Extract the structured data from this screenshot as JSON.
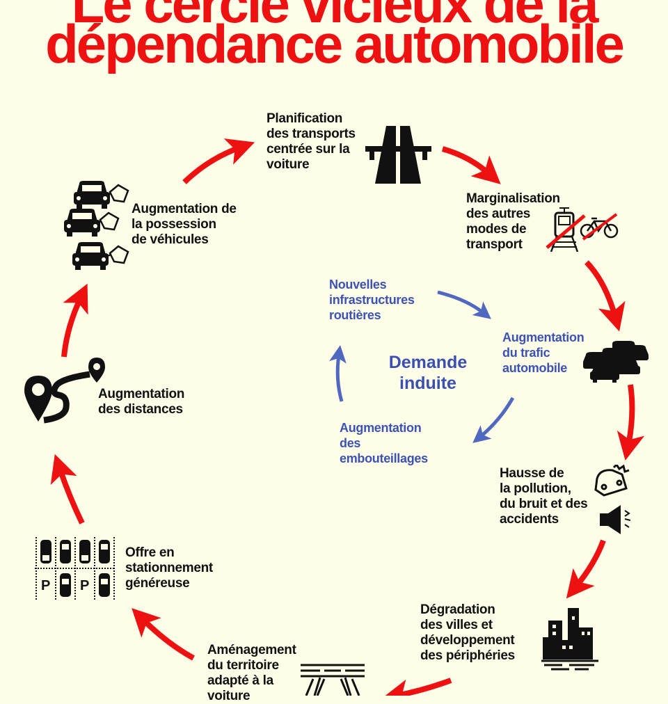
{
  "title": {
    "line1": "Le cercle vicieux de la",
    "line2": "dépendance automobile",
    "color": "#ee1111"
  },
  "colors": {
    "background": "#fdfde8",
    "outer_arrows": "#ee1111",
    "inner_arrows": "#5068c0",
    "inner_text": "#3c52b4",
    "text": "#111111"
  },
  "outer_cycle": [
    {
      "id": "planification",
      "label": "Planification\ndes transports\ncentrée sur la\nvoiture",
      "icon": "highway-icon"
    },
    {
      "id": "marginalisation",
      "label": "Marginalisation\ndes autres\nmodes de\ntransport",
      "icon": "crossed-train-bike-icon"
    },
    {
      "id": "trafic",
      "label": "Augmentation\ndu trafic\nautomobile",
      "icon": "traffic-jam-icon"
    },
    {
      "id": "pollution",
      "label": "Hausse de\nla pollution,\ndu bruit et des\naccidents",
      "icon": "crash-noise-icon"
    },
    {
      "id": "degradation",
      "label": "Dégradation\ndes villes et\ndéveloppement\ndes périphéries",
      "icon": "city-icon"
    },
    {
      "id": "amenagement",
      "label": "Aménagement\ndu territoire\nadapté à la\nvoiture",
      "icon": "interchange-icon"
    },
    {
      "id": "stationnement",
      "label": "Offre en\nstationnement\ngénéreuse",
      "icon": "parking-lot-icon"
    },
    {
      "id": "distances",
      "label": "Augmentation\ndes distances",
      "icon": "route-pin-icon"
    },
    {
      "id": "possession",
      "label": "Augmentation de\nla possession\nde véhicules",
      "icon": "cars-price-tag-icon"
    }
  ],
  "inner_cycle": {
    "center_label": "Demande\ninduite",
    "nodes": [
      {
        "id": "infrastructures",
        "label": "Nouvelles\ninfrastructures\nroutières"
      },
      {
        "id": "embouteillages",
        "label": "Augmentation\ndes\nembouteillages"
      }
    ]
  },
  "parking_icon_letter": "P"
}
